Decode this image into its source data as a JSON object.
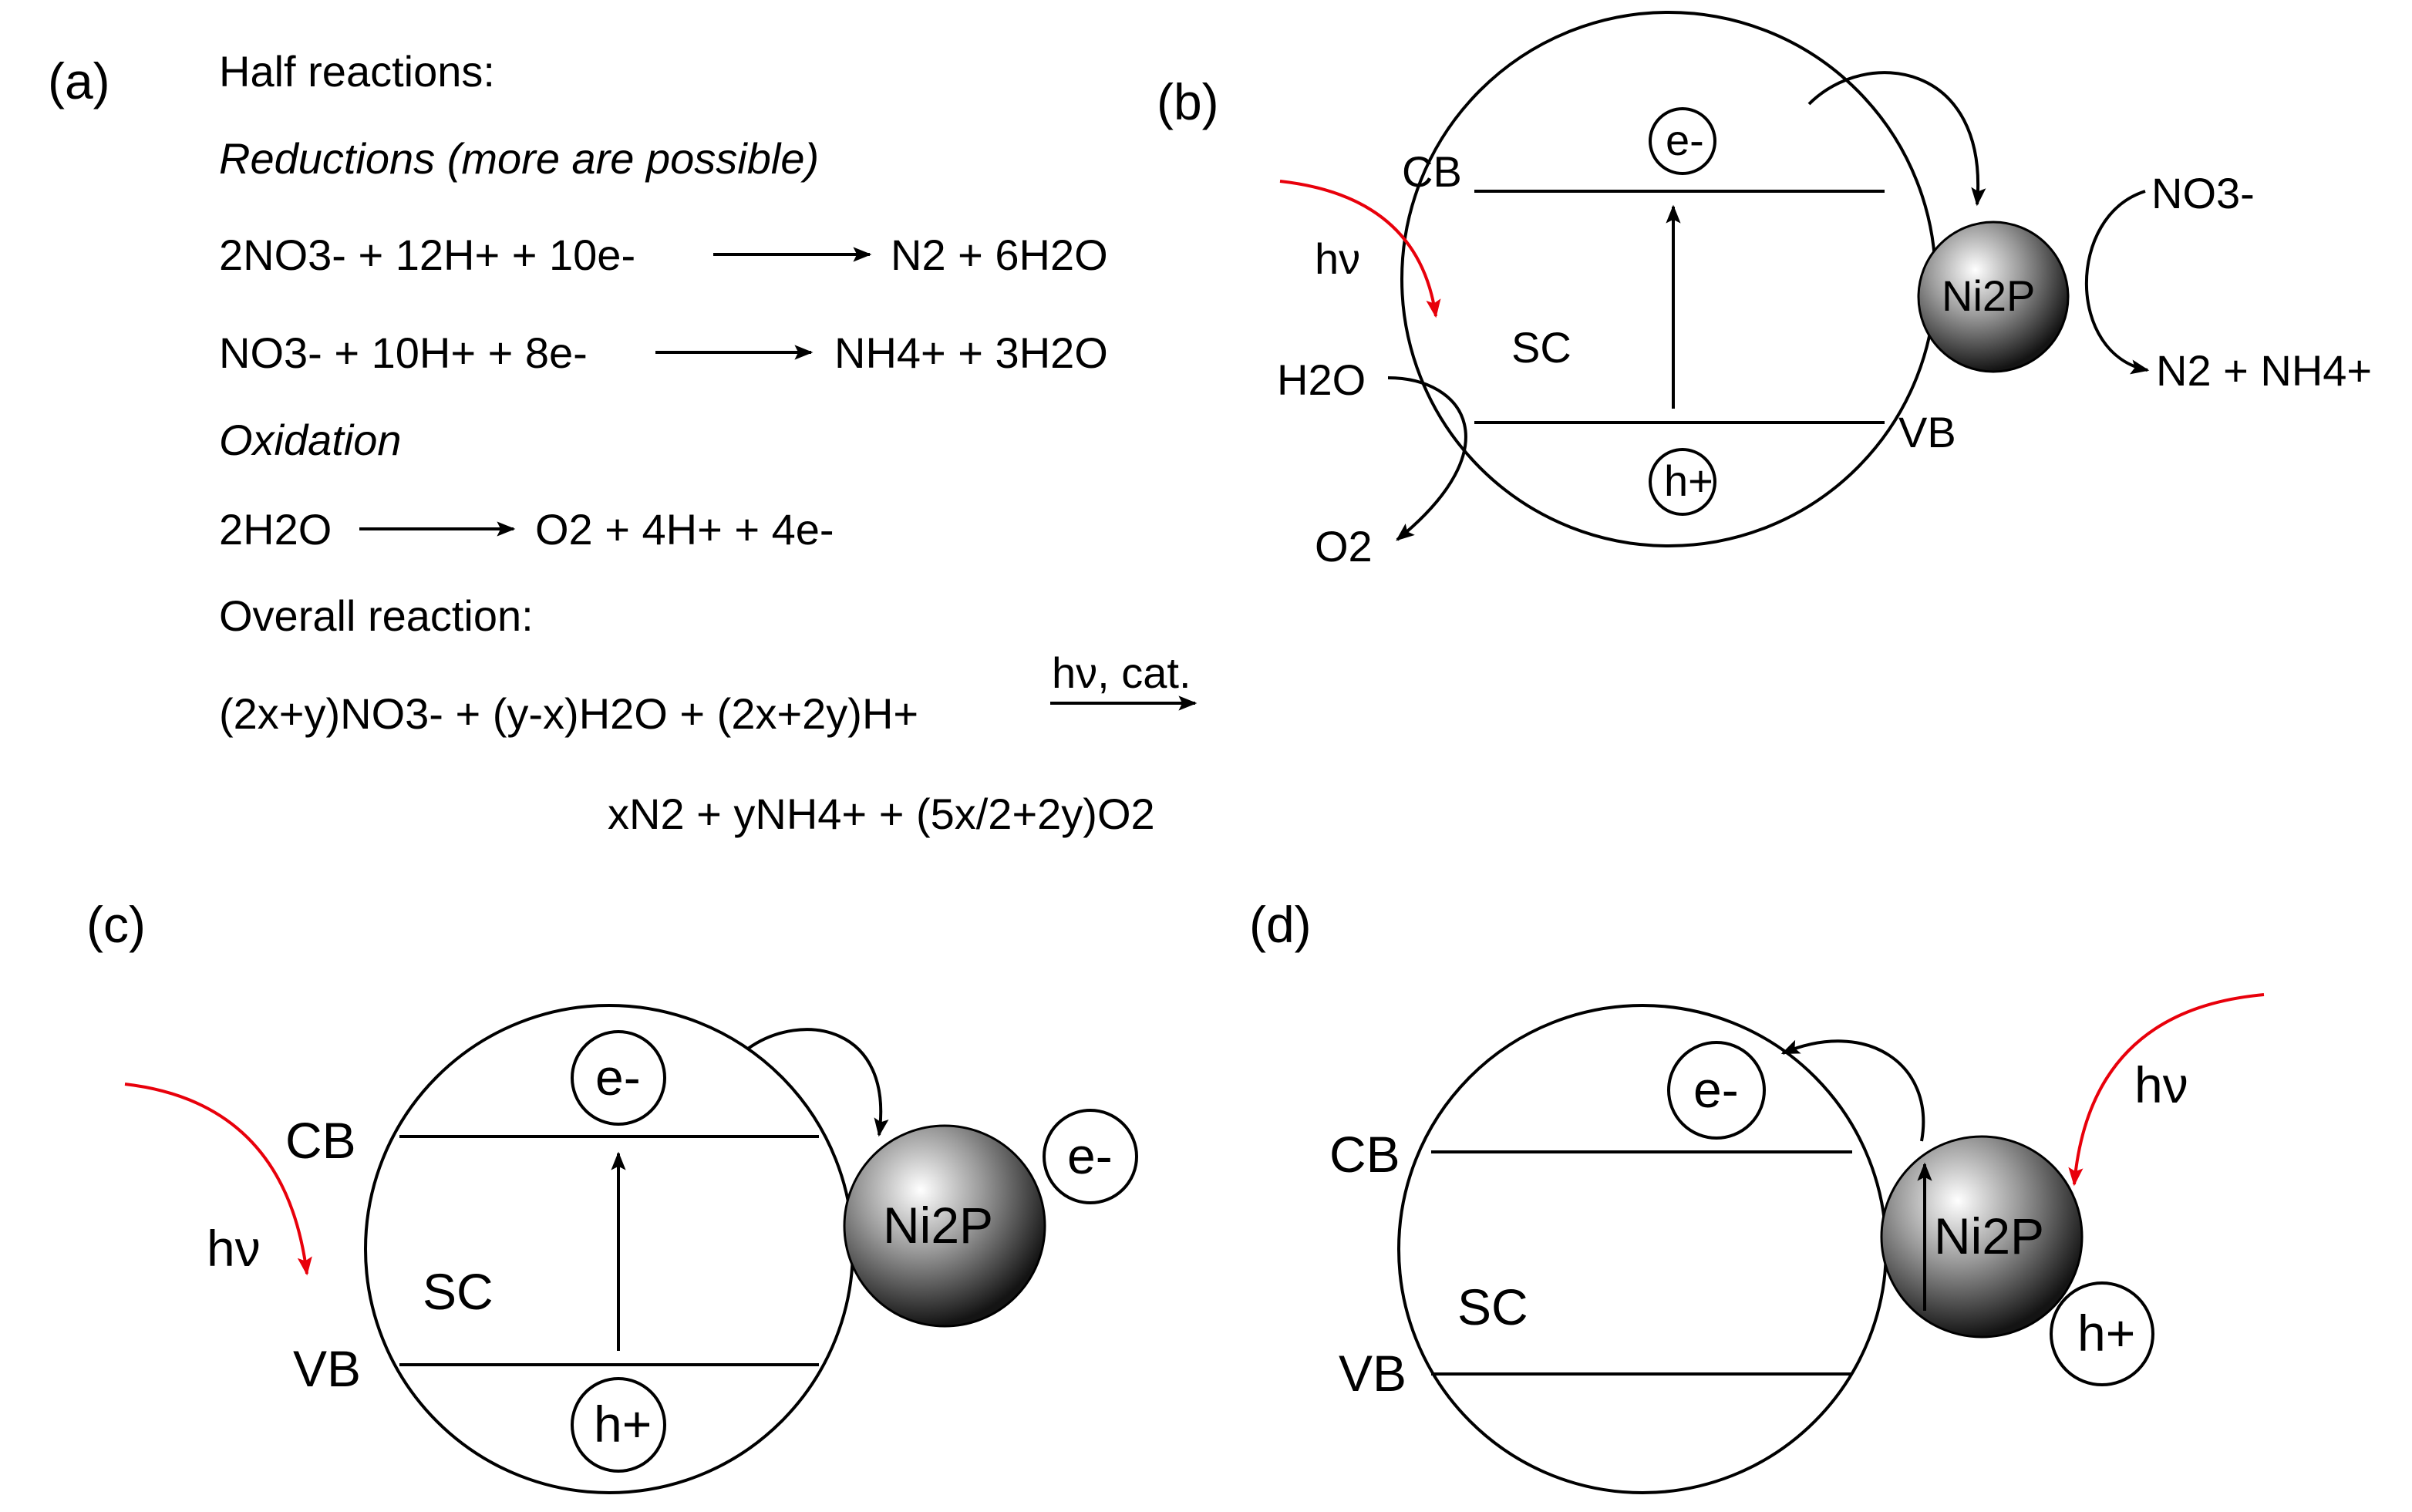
{
  "panel_a": {
    "label": "(a)",
    "half_reactions_title": "Half reactions:",
    "reductions_title": "Reductions (more are possible)",
    "oxidation_title": "Oxidation",
    "overall_title": "Overall reaction:",
    "overall_arrow_label": "hν, cat.",
    "eq1_left": "2NO3- + 12H+ + 10e-",
    "eq1_right": "N2 + 6H2O",
    "eq2_left": "NO3- + 10H+ + 8e-",
    "eq2_right": "NH4+ + 3H2O",
    "eq3_left": "2H2O",
    "eq3_right": "O2 + 4H+ + 4e-",
    "eq4_left": "(2x+y)NO3- + (y-x)H2O + (2x+2y)H+",
    "eq4_right": "xN2 + yNH4+ + (5x/2+2y)O2"
  },
  "panel_b": {
    "label": "(b)",
    "cb": "CB",
    "vb": "VB",
    "sc": "SC",
    "hv": "hν",
    "electron": "e-",
    "hole": "h+",
    "catalyst": "Ni2P",
    "water": "H2O",
    "oxygen": "O2",
    "nitrate": "NO3-",
    "products": "N2 + NH4+"
  },
  "panel_c": {
    "label": "(c)",
    "cb": "CB",
    "vb": "VB",
    "sc": "SC",
    "hv": "hν",
    "electron": "e-",
    "hole": "h+",
    "catalyst": "Ni2P",
    "catalyst_electron": "e-"
  },
  "panel_d": {
    "label": "(d)",
    "cb": "CB",
    "vb": "VB",
    "sc": "SC",
    "hv": "hν",
    "electron": "e-",
    "catalyst": "Ni2P",
    "catalyst_hole": "h+"
  },
  "colors": {
    "light_arrow": "#e8000b",
    "line": "#000000",
    "sphere_highlight": "#ffffff",
    "sphere_mid": "#8a8a8a",
    "sphere_dark": "#161616"
  }
}
